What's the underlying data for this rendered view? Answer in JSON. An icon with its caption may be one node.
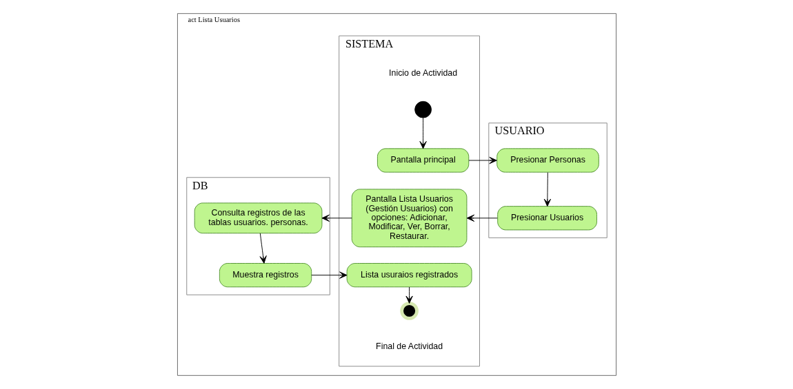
{
  "diagram": {
    "nodes": [
      {
        "text": [
          "act Lista Usuarios"
        ]
      },
      {
        "text": [
          "USUARIO"
        ],
        "in": 0
      },
      {
        "text": [
          "SISTEMA"
        ],
        "in": 0
      },
      {
        "text": [
          "DB"
        ],
        "in": 0
      },
      {
        "text": [],
        "shape": "circle",
        "in": 2,
        "beside": [
          "Inicio de Actividad"
        ]
      },
      {
        "text": [
          "Pantalla principal"
        ],
        "in": 2
      },
      {
        "text": [
          "Presionar Personas"
        ],
        "in": 1
      },
      {
        "text": [
          "Presionar Usuarios"
        ],
        "in": 1
      },
      {
        "text": [
          "Pantalla Lista Usuarios (Gestión Usuarios) con opciones: Adicionar, Modificar, Ver, Borrar, Restaurar."
        ],
        "in": 2
      },
      {
        "text": [
          "Consulta registros de las tablas usuarios. personas."
        ],
        "in": 3
      },
      {
        "text": [
          "Muestra registros"
        ],
        "in": 3
      },
      {
        "text": [
          "Lista usuraios registrados"
        ],
        "in": 2
      },
      {
        "text": [],
        "shape": "circle",
        "in": 2,
        "beside": [
          "Final de Actividad"
        ]
      }
    ],
    "edges": [
      {
        "from": 4,
        "to": 5,
        "arrow": "to"
      },
      {
        "from": 5,
        "to": 6,
        "arrow": "to"
      },
      {
        "from": 6,
        "to": 7,
        "arrow": "to"
      },
      {
        "from": 7,
        "to": 8,
        "arrow": "to"
      },
      {
        "from": 8,
        "to": 9,
        "arrow": "to"
      },
      {
        "from": 9,
        "to": 10,
        "arrow": "to"
      },
      {
        "from": 10,
        "to": 11,
        "arrow": "to"
      },
      {
        "from": 11,
        "to": 12,
        "arrow": "to"
      }
    ]
  }
}
